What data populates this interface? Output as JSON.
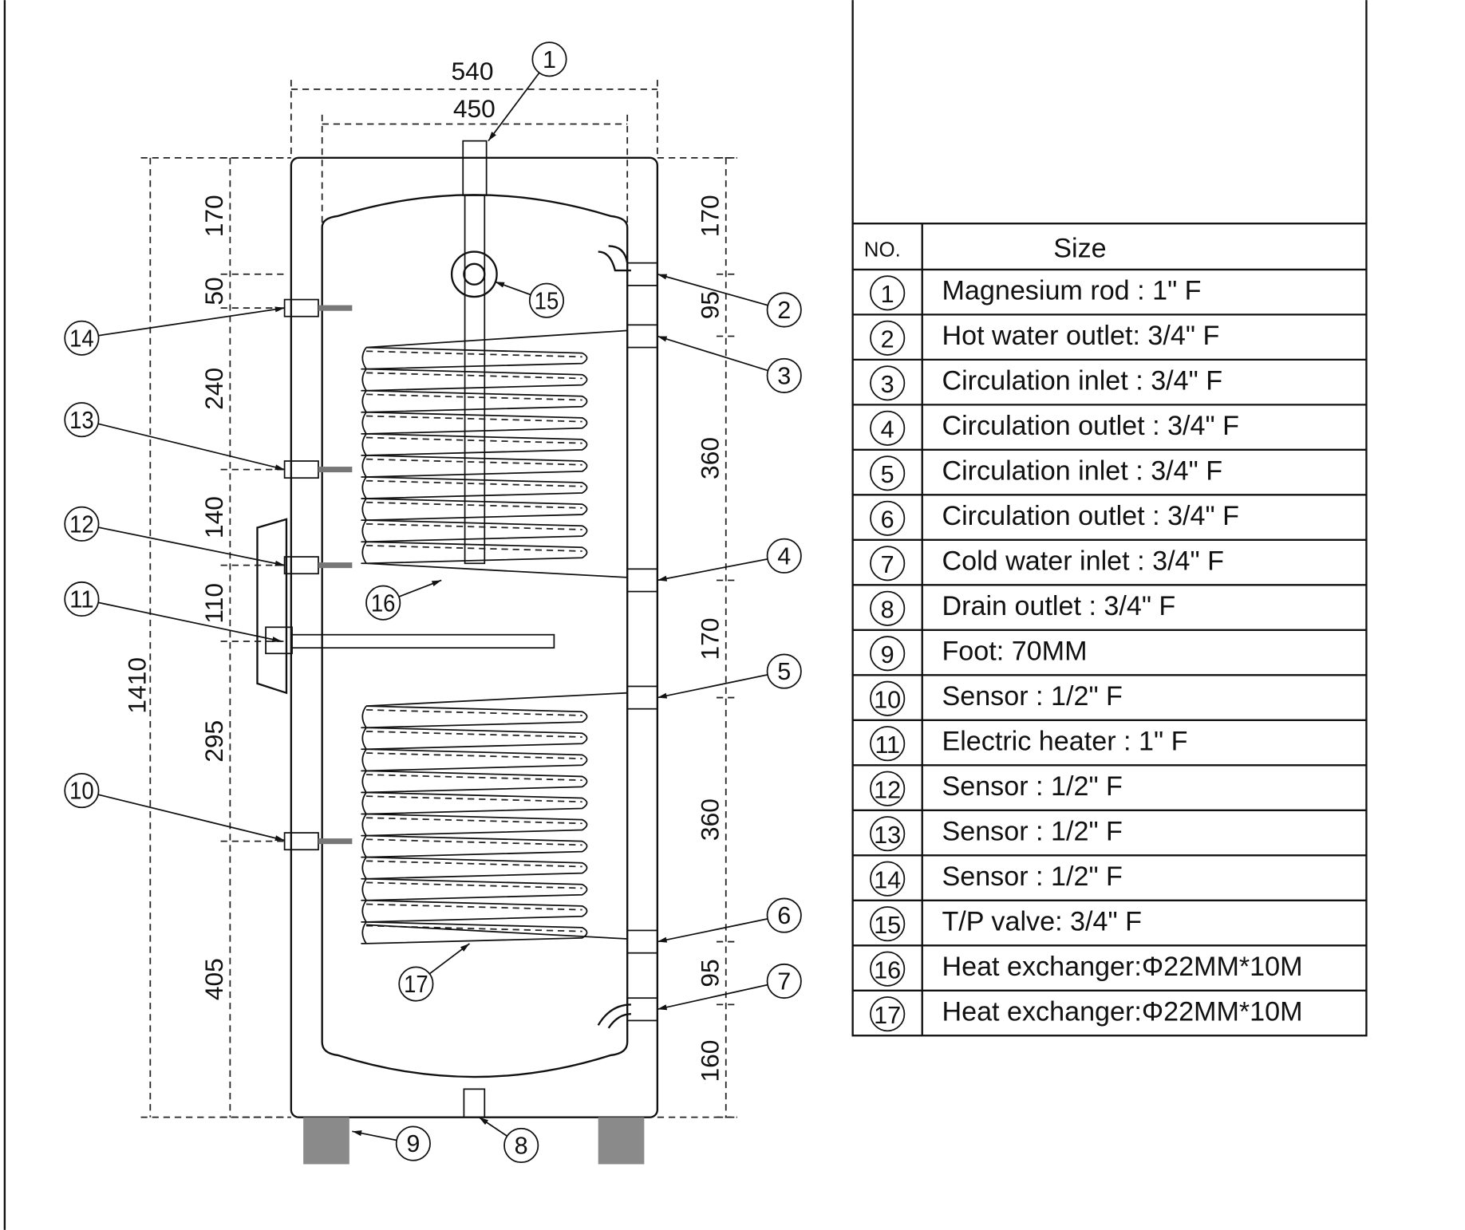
{
  "dimensions": {
    "width_outer": "540",
    "width_inner": "450",
    "total_height": "1410",
    "left": [
      "170",
      "50",
      "240",
      "140",
      "110",
      "295",
      "405"
    ],
    "right": [
      "170",
      "95",
      "360",
      "170",
      "360",
      "95",
      "160"
    ]
  },
  "callouts": [
    "1",
    "2",
    "3",
    "4",
    "5",
    "6",
    "7",
    "8",
    "9",
    "10",
    "11",
    "12",
    "13",
    "14",
    "15",
    "16",
    "17"
  ],
  "table": {
    "header_no": "NO.",
    "header_size": "Size",
    "rows": [
      {
        "no": "1",
        "desc": "Magnesium rod : 1\" F"
      },
      {
        "no": "2",
        "desc": "Hot water outlet: 3/4\" F"
      },
      {
        "no": "3",
        "desc": "Circulation inlet : 3/4\" F"
      },
      {
        "no": "4",
        "desc": "Circulation outlet : 3/4\" F"
      },
      {
        "no": "5",
        "desc": "Circulation inlet : 3/4\" F"
      },
      {
        "no": "6",
        "desc": "Circulation outlet : 3/4\" F"
      },
      {
        "no": "7",
        "desc": "Cold water inlet : 3/4\"  F"
      },
      {
        "no": "8",
        "desc": "Drain outlet : 3/4\" F"
      },
      {
        "no": "9",
        "desc": "Foot: 70MM"
      },
      {
        "no": "10",
        "desc": "Sensor : 1/2\" F"
      },
      {
        "no": "11",
        "desc": "Electric heater : 1\" F"
      },
      {
        "no": "12",
        "desc": "Sensor : 1/2\" F"
      },
      {
        "no": "13",
        "desc": "Sensor : 1/2\" F"
      },
      {
        "no": "14",
        "desc": "Sensor : 1/2\" F"
      },
      {
        "no": "15",
        "desc": "T/P valve: 3/4\"  F"
      },
      {
        "no": "16",
        "desc": "Heat exchanger:Φ22MM*10M"
      },
      {
        "no": "17",
        "desc": "Heat exchanger:Φ22MM*10M"
      }
    ]
  },
  "colors": {
    "line": "#111111",
    "part_fill": "#c8c8c8",
    "foot_fill": "#8a8a8a"
  }
}
